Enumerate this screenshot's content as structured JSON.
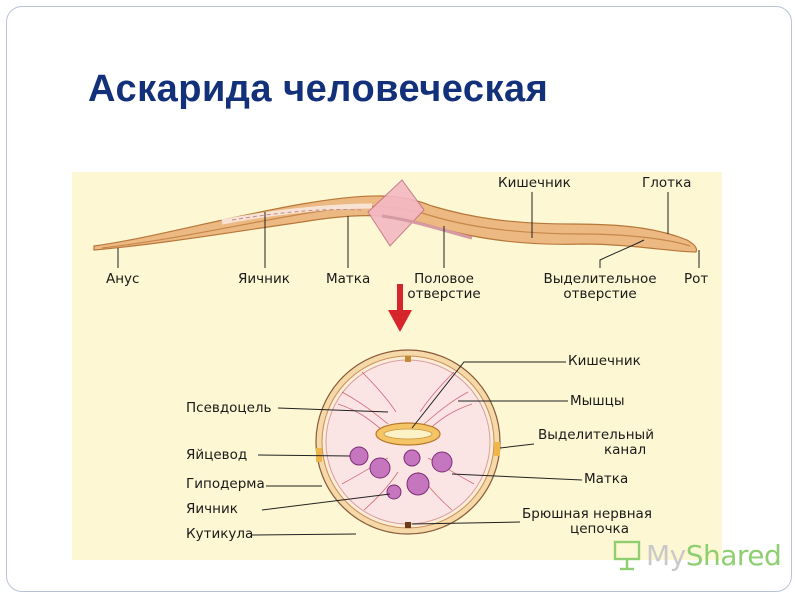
{
  "slide": {
    "title": "Аскарида человеческая"
  },
  "worm_labels": {
    "anus": "Анус",
    "ovary": "Яичник",
    "uterus": "Матка",
    "genital_pore_l1": "Половое",
    "genital_pore_l2": "отверстие",
    "excretory_pore_l1": "Выделительное",
    "excretory_pore_l2": "отверстие",
    "mouth": "Рот",
    "intestine": "Кишечник",
    "pharynx": "Глотка"
  },
  "section_labels": {
    "intestine": "Кишечник",
    "muscles": "Мышцы",
    "excretory_canal_l1": "Выделительный",
    "excretory_canal_l2": "канал",
    "uterus": "Матка",
    "nerve_cord_l1": "Брюшная нервная",
    "nerve_cord_l2": "цепочка",
    "pseudocoel": "Псевдоцель",
    "oviduct": "Яйцевод",
    "hypodermis": "Гиподерма",
    "ovary": "Яичник",
    "cuticle": "Кутикула"
  },
  "watermark": {
    "text_a": "My",
    "text_b": "Shared"
  },
  "colors": {
    "title": "#13307a",
    "figure_bg": "#fdf7d3",
    "worm_body": "#e9b27a",
    "section_ring": "#f2c88c",
    "section_fill": "#fbe6e6",
    "arrow": "#d7262b",
    "egg": "#b05aa6"
  }
}
